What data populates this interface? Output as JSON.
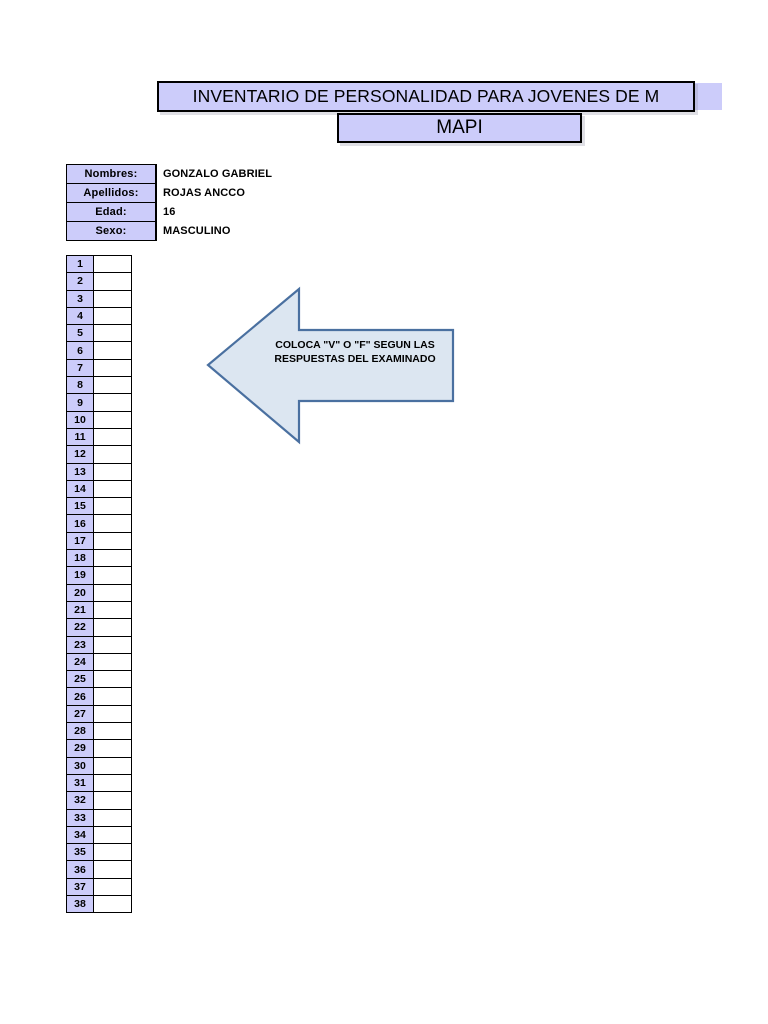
{
  "document": {
    "title_banner": "INVENTARIO DE PERSONALIDAD PARA JOVENES DE M",
    "subtitle_banner": "MAPI"
  },
  "colors": {
    "lavender_fill": "#CCCCFA",
    "arrow_fill": "#DCE6F1",
    "arrow_border": "#4A70A0",
    "cell_border": "#000000",
    "page_background": "#FFFFFF"
  },
  "info": {
    "rows": [
      {
        "label": "Nombres:",
        "value": "GONZALO GABRIEL"
      },
      {
        "label": "Apellidos:",
        "value": "ROJAS ANCCO"
      },
      {
        "label": "Edad:",
        "value": "16"
      },
      {
        "label": "Sexo:",
        "value": "MASCULINO"
      }
    ]
  },
  "callout": {
    "line1": "COLOCA \"V\" O \"F\" SEGUN LAS",
    "line2": "RESPUESTAS DEL EXAMINADO",
    "icon": "arrow-left-shape"
  },
  "answer_sheet": {
    "row_numbers": [
      "1",
      "2",
      "3",
      "4",
      "5",
      "6",
      "7",
      "8",
      "9",
      "10",
      "11",
      "12",
      "13",
      "14",
      "15",
      "16",
      "17",
      "18",
      "19",
      "20",
      "21",
      "22",
      "23",
      "24",
      "25",
      "26",
      "27",
      "28",
      "29",
      "30",
      "31",
      "32",
      "33",
      "34",
      "35",
      "36",
      "37",
      "38"
    ],
    "answers": [
      "",
      "",
      "",
      "",
      "",
      "",
      "",
      "",
      "",
      "",
      "",
      "",
      "",
      "",
      "",
      "",
      "",
      "",
      "",
      "",
      "",
      "",
      "",
      "",
      "",
      "",
      "",
      "",
      "",
      "",
      "",
      "",
      "",
      "",
      "",
      "",
      "",
      ""
    ]
  }
}
